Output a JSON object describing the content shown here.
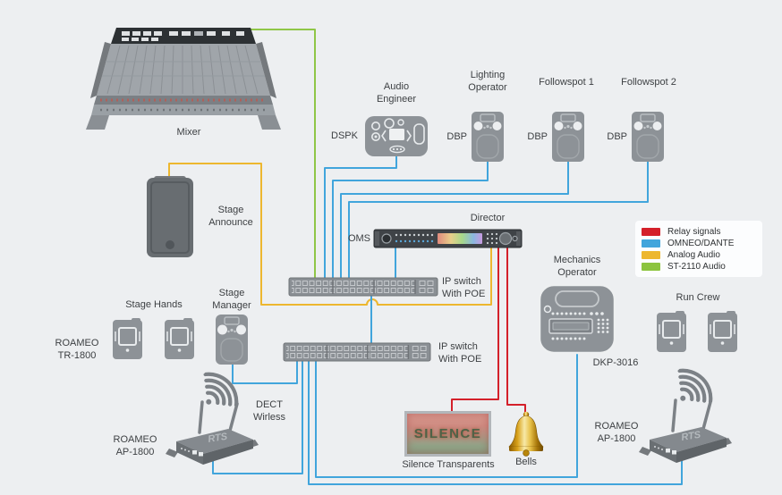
{
  "background": "#edeff1",
  "colors": {
    "relay_signals": "#d4202a",
    "omneo_dante": "#41a5dc",
    "analog_audio": "#edb72f",
    "st2110_audio": "#8fc647",
    "device_gray": "#8d9297",
    "text": "#3d4043"
  },
  "legend": {
    "items": [
      {
        "label": "Relay signals",
        "color": "#d4202a"
      },
      {
        "label": "OMNEO/DANTE",
        "color": "#41a5dc"
      },
      {
        "label": "Analog Audio",
        "color": "#edb72f"
      },
      {
        "label": "ST-2110 Audio",
        "color": "#8cc43f"
      }
    ]
  },
  "nodes": {
    "mixer": {
      "label": "Mixer"
    },
    "stage_announce": {
      "label": "Stage Announce"
    },
    "audio_engineer": {
      "role": "Audio Engineer",
      "device": "DSPK"
    },
    "lighting_operator": {
      "role": "Lighting Operator",
      "device": "DBP"
    },
    "followspot1": {
      "role": "Followspot 1",
      "device": "DBP"
    },
    "followspot2": {
      "role": "Followspot 2",
      "device": "DBP"
    },
    "director": {
      "role": "Director",
      "device": "OMS"
    },
    "ip_switch_top": {
      "label": "IP switch With POE"
    },
    "ip_switch_bottom": {
      "label": "IP switch With POE"
    },
    "mechanics_operator": {
      "role": "Mechanics Operator",
      "device": "DKP-3016"
    },
    "stage_hands": {
      "role": "Stage Hands",
      "device": "ROAMEO TR-1800"
    },
    "stage_manager": {
      "role": "Stage Manager"
    },
    "run_crew": {
      "role": "Run Crew"
    },
    "dect": {
      "label": "DECT Wirless"
    },
    "ap_left": {
      "label": "ROAMEO AP-1800",
      "brand": "RTS"
    },
    "ap_right": {
      "label": "ROAMEO AP-1800",
      "brand": "RTS"
    },
    "silence": {
      "sign_text": "SILENCE",
      "label": "Silence Transparents"
    },
    "bells": {
      "label": "Bells"
    }
  }
}
